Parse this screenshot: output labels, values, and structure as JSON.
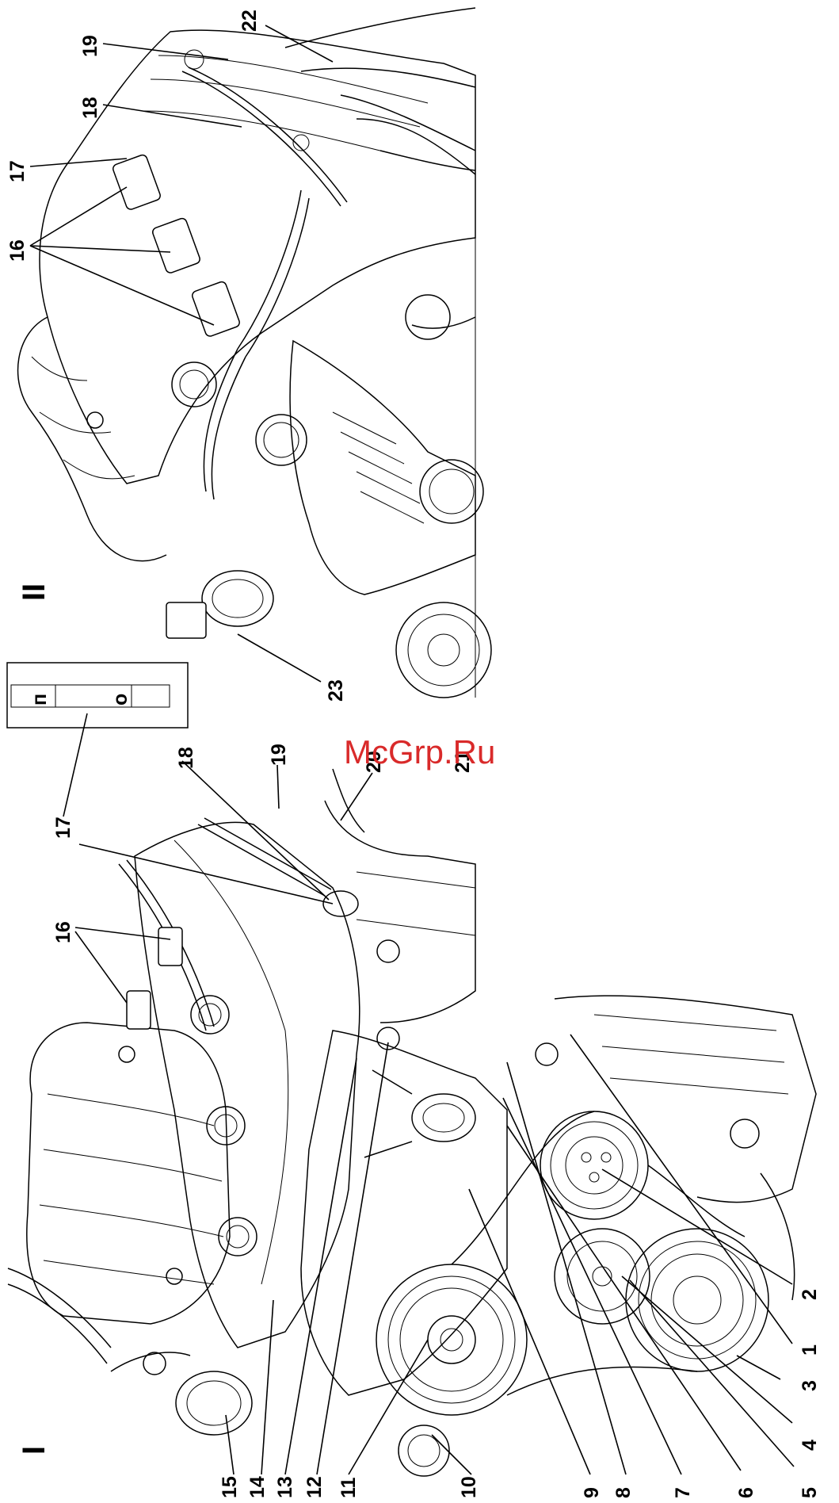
{
  "views": {
    "view_1": "I",
    "view_2": "II"
  },
  "inset": {
    "left_letter": "п",
    "right_letter": "о"
  },
  "callouts_view1": [
    {
      "label": "1"
    },
    {
      "label": "2"
    },
    {
      "label": "3"
    },
    {
      "label": "4"
    },
    {
      "label": "5"
    },
    {
      "label": "6"
    },
    {
      "label": "7"
    },
    {
      "label": "8"
    },
    {
      "label": "9"
    },
    {
      "label": "10"
    },
    {
      "label": "11"
    },
    {
      "label": "12"
    },
    {
      "label": "13"
    },
    {
      "label": "14"
    },
    {
      "label": "15"
    },
    {
      "label": "16"
    },
    {
      "label": "17"
    },
    {
      "label": "18"
    },
    {
      "label": "19"
    },
    {
      "label": "20"
    },
    {
      "label": "21"
    }
  ],
  "callouts_view2": [
    {
      "label": "16"
    },
    {
      "label": "17"
    },
    {
      "label": "18"
    },
    {
      "label": "19"
    },
    {
      "label": "22"
    },
    {
      "label": "23"
    }
  ],
  "watermark": "McGrp.Ru",
  "colors": {
    "line": "#000000",
    "background": "#ffffff",
    "watermark": "#d92a2a"
  }
}
